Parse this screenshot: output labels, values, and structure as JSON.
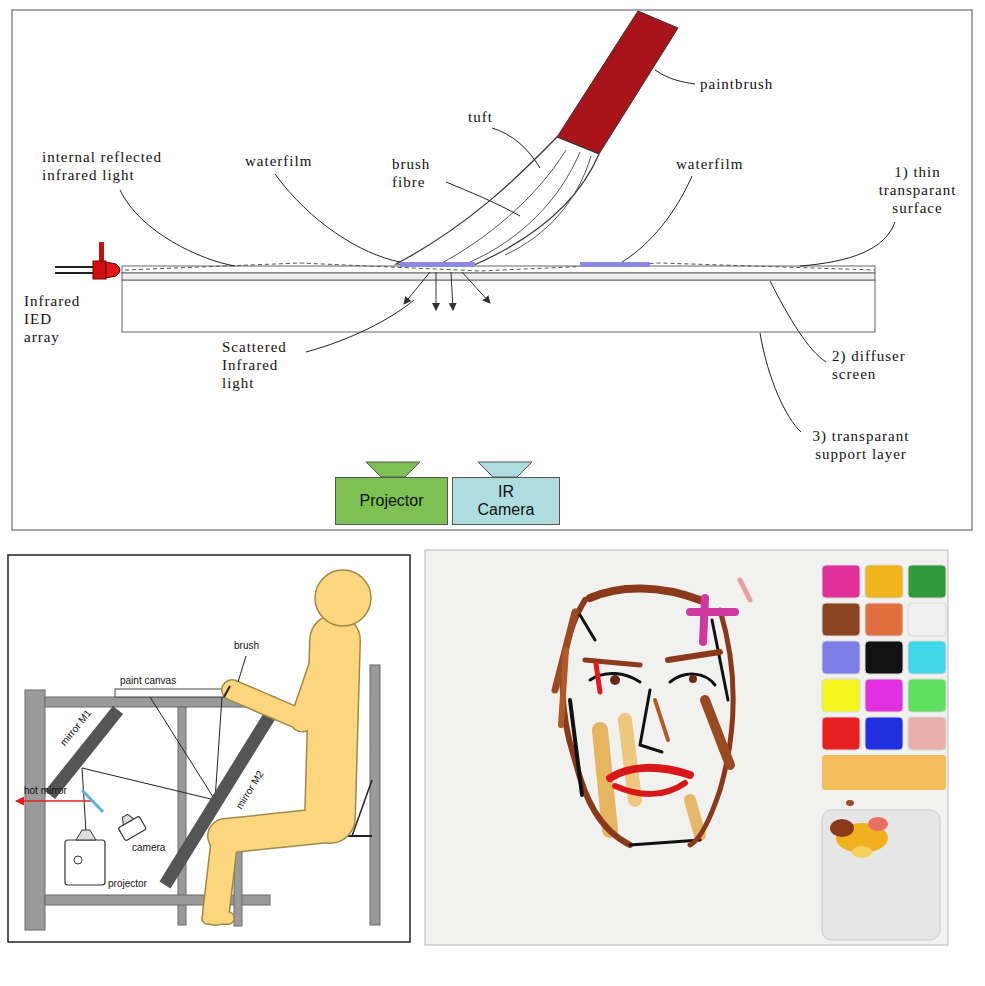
{
  "diagram": {
    "nodes": [
      {
        "text": [
          "Projector"
        ]
      },
      {
        "text": [
          "IR Camera"
        ]
      }
    ],
    "labels": [
      "paintbrush",
      "tuft",
      "internal reflected infrared light",
      "waterfilm",
      "brush fibre",
      "waterfilm",
      "1) thin transparant surface",
      "Infrared IED array",
      "Scattered Infrared light",
      "2) diffuser screen",
      "3) transparant support layer",
      "brush",
      "paint canvas",
      "mirror M1",
      "mirror M2",
      "hot mirror",
      "camera",
      "projector"
    ]
  }
}
